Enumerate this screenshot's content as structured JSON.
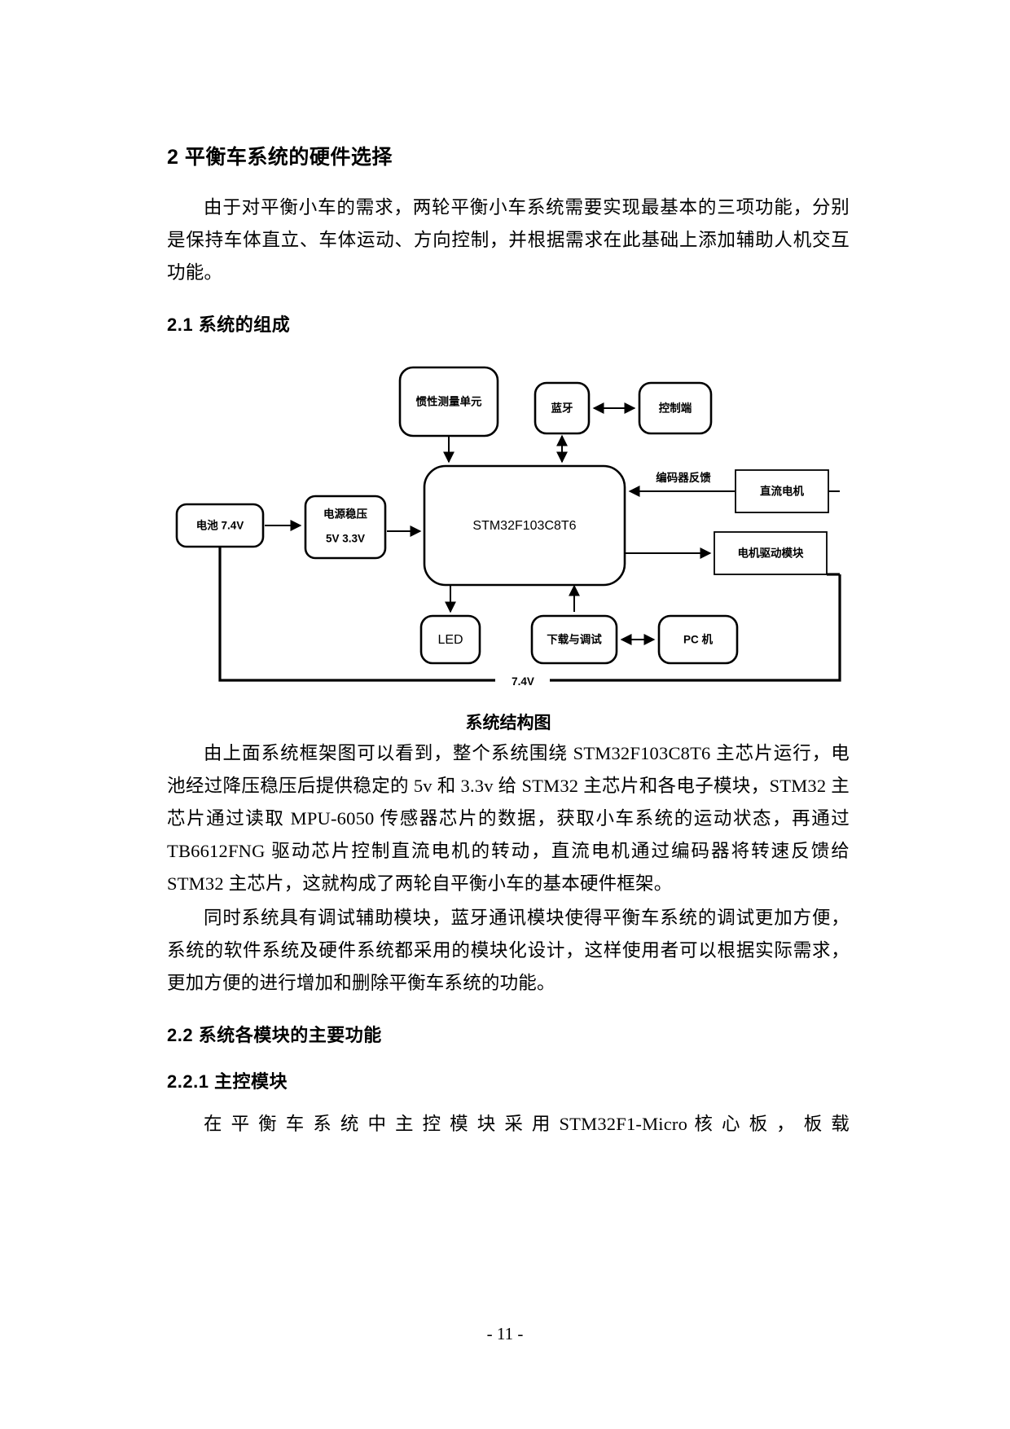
{
  "document": {
    "section_heading": "2 平衡车系统的硬件选择",
    "intro_paragraph": "由于对平衡小车的需求，两轮平衡小车系统需要实现最基本的三项功能，分别是保持车体直立、车体运动、方向控制，并根据需求在此基础上添加辅助人机交互功能。",
    "subsection_2_1": "2.1 系统的组成",
    "figure_caption": "系统结构图",
    "paragraph_after_figure": "由上面系统框架图可以看到，整个系统围绕 STM32F103C8T6 主芯片运行，电池经过降压稳压后提供稳定的 5v 和 3.3v 给 STM32 主芯片和各电子模块，STM32 主芯片通过读取 MPU-6050 传感器芯片的数据，获取小车系统的运动状态，再通过 TB6612FNG 驱动芯片控制直流电机的转动，直流电机通过编码器将转速反馈给 STM32 主芯片，这就构成了两轮自平衡小车的基本硬件框架。",
    "paragraph_modules": "同时系统具有调试辅助模块，蓝牙通讯模块使得平衡车系统的调试更加方便，系统的软件系统及硬件系统都采用的模块化设计，这样使用者可以根据实际需求，更加方便的进行增加和删除平衡车系统的功能。",
    "subsection_2_2": "2.2 系统各模块的主要功能",
    "subsection_2_2_1": "2.2.1 主控模块",
    "paragraph_main_control": "在 平 衡 车 系 统 中 主 控 模 块 采 用 STM32F1-Micro 核 心 板 ， 板 载",
    "page_number": "- 11 -"
  },
  "figure": {
    "type": "block-diagram",
    "title": "系统结构图",
    "nodes": [
      {
        "id": "imu",
        "label": "惯性测量单元",
        "shape": "rounded-rect"
      },
      {
        "id": "bluetooth",
        "label": "蓝牙",
        "shape": "rounded-rect"
      },
      {
        "id": "control_terminal",
        "label": "控制端",
        "shape": "rounded-rect"
      },
      {
        "id": "battery",
        "label": "电池 7.4V",
        "shape": "rounded-rect"
      },
      {
        "id": "regulator_line1",
        "label": "电源稳压",
        "shape": "rounded-rect"
      },
      {
        "id": "regulator_line2",
        "label": "5V 3.3V",
        "shape": "rounded-rect"
      },
      {
        "id": "mcu",
        "label": "STM32F103C8T6",
        "shape": "rounded-rect"
      },
      {
        "id": "dc_motor",
        "label": "直流电机",
        "shape": "rect"
      },
      {
        "id": "motor_driver",
        "label": "电机驱动模块",
        "shape": "rect"
      },
      {
        "id": "led",
        "label": "LED",
        "shape": "rounded-rect"
      },
      {
        "id": "download_debug",
        "label": "下载与调试",
        "shape": "rounded-rect"
      },
      {
        "id": "pc",
        "label": "PC 机",
        "shape": "rounded-rect"
      }
    ],
    "edge_labels": [
      {
        "id": "encoder_feedback",
        "label": "编码器反馈"
      },
      {
        "id": "power_bus",
        "label": "7.4V"
      }
    ]
  }
}
